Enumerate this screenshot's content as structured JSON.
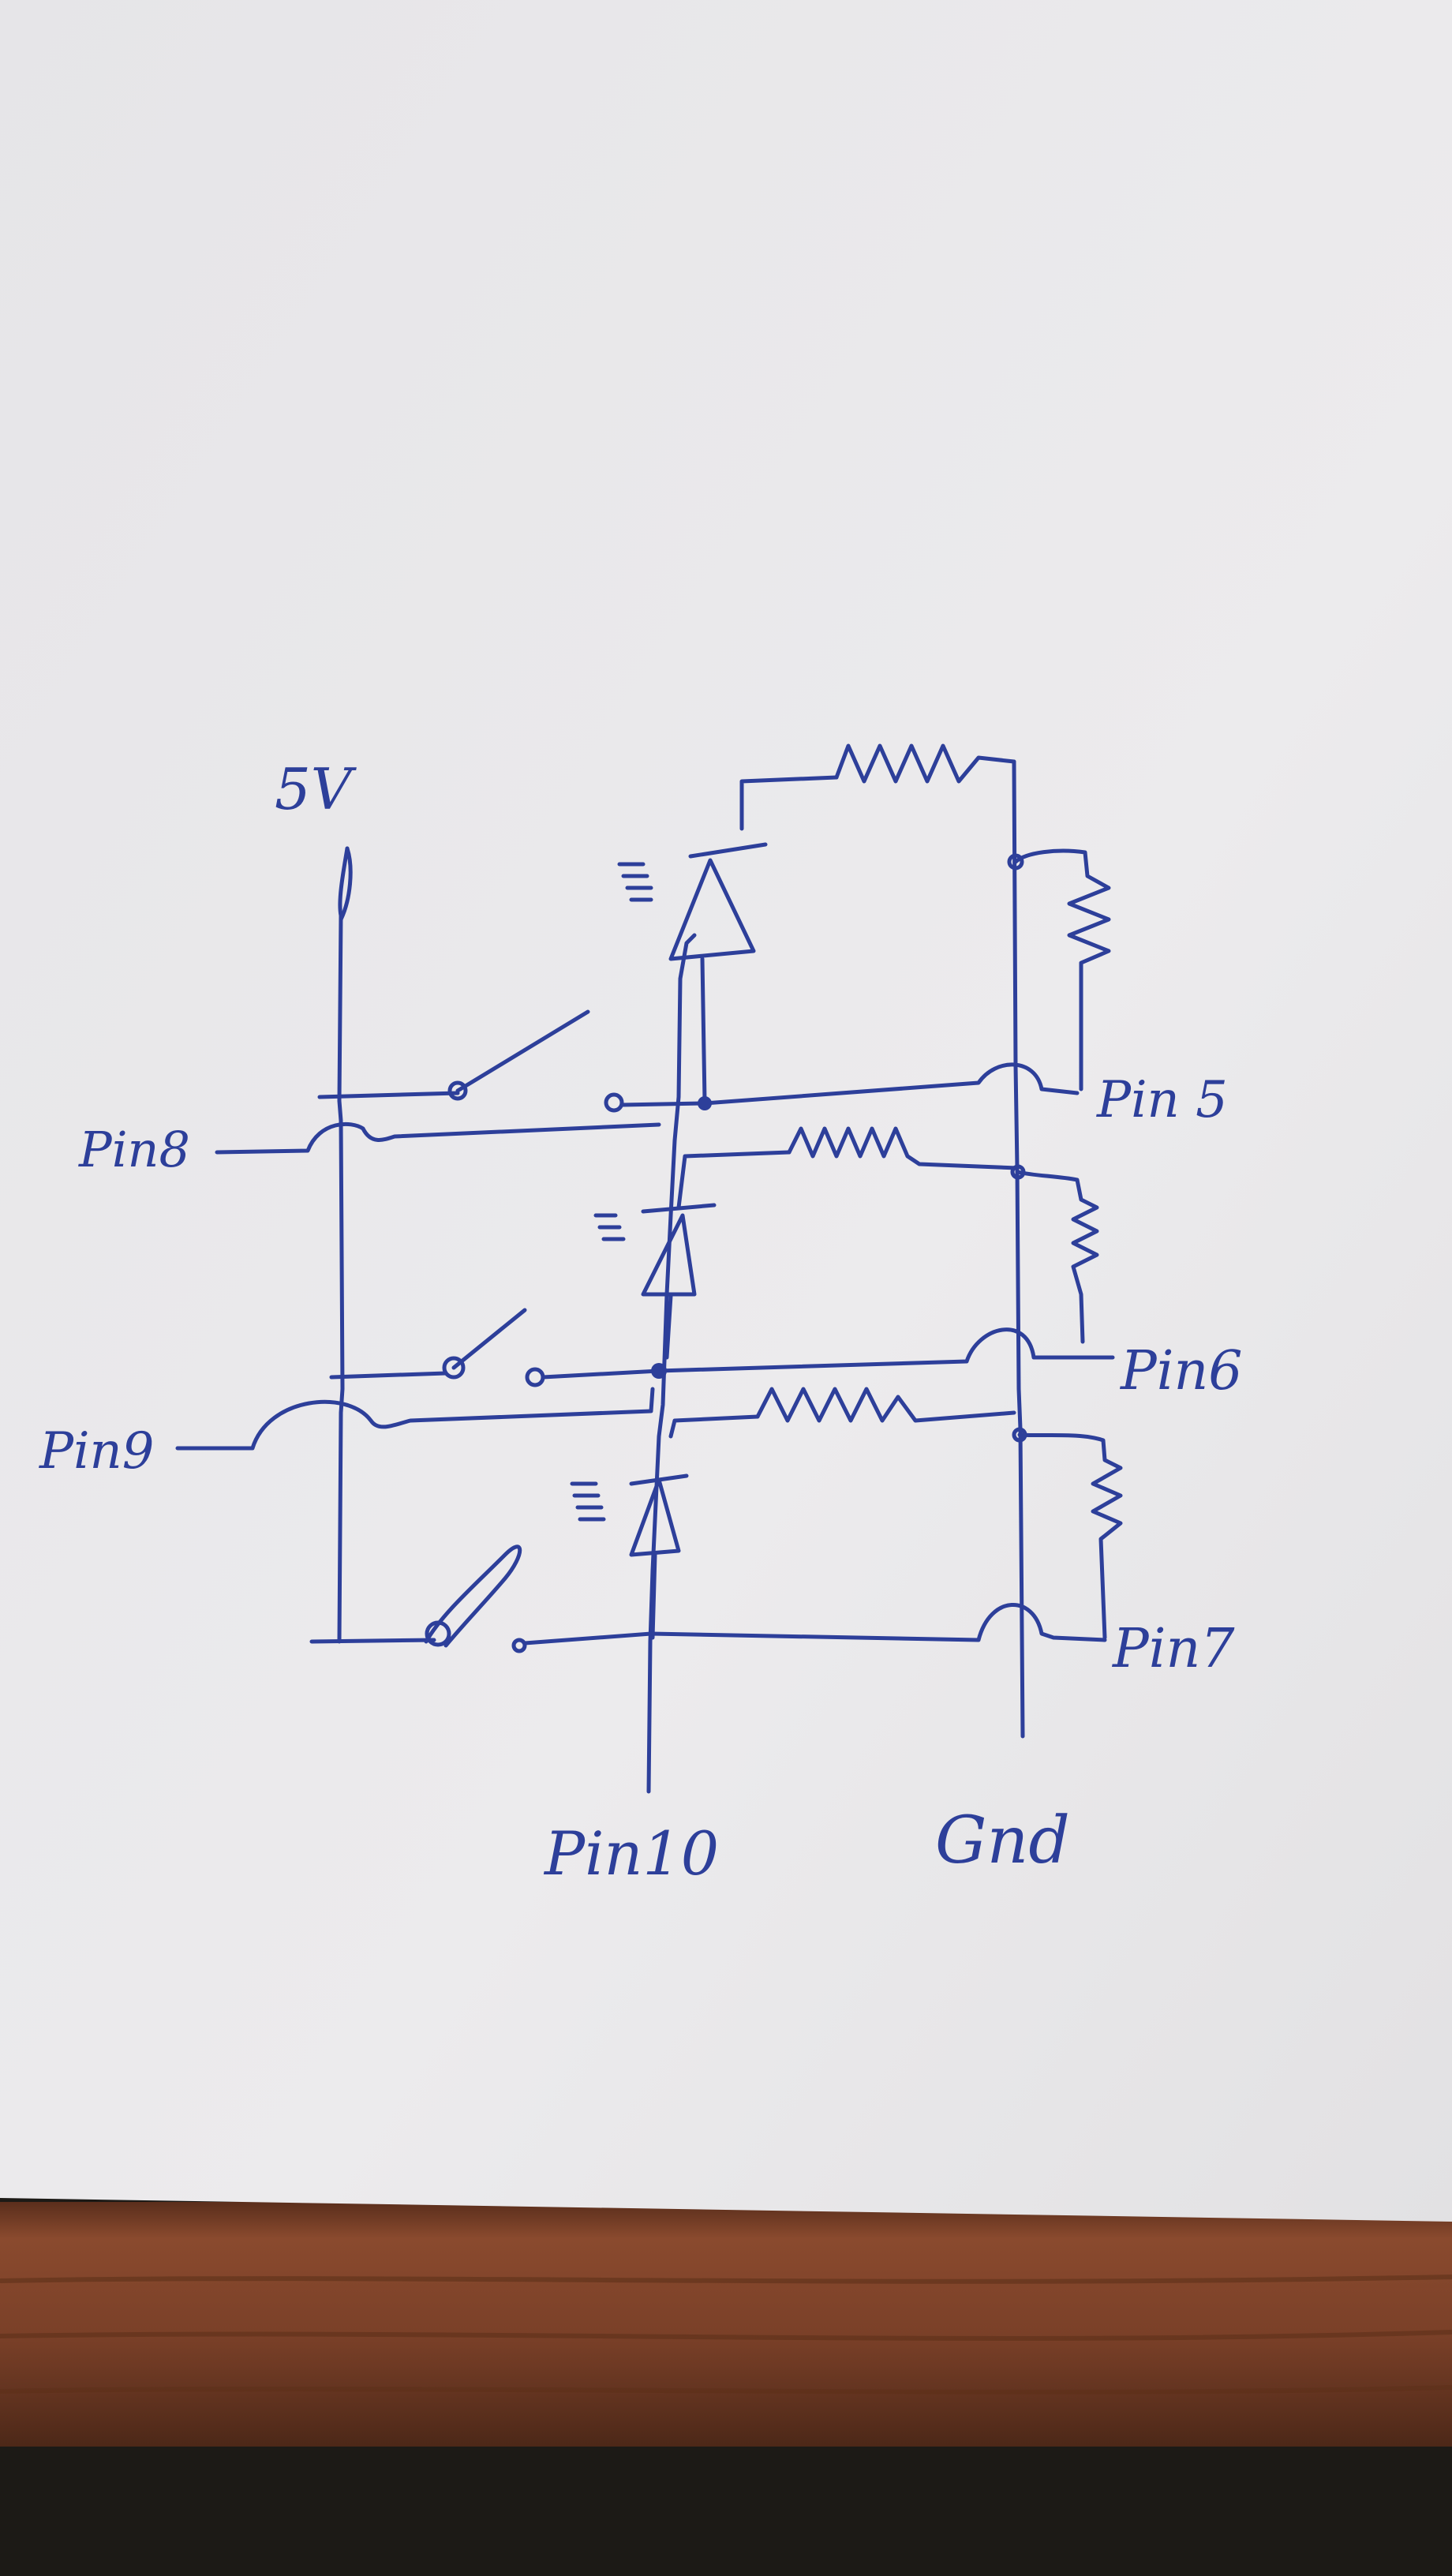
{
  "labels": {
    "supply": "5V",
    "ground": "Gnd",
    "pin5": "Pin 5",
    "pin6": "Pin6",
    "pin7": "Pin7",
    "pin8": "Pin8",
    "pin9": "Pin9",
    "pin10": "Pin10"
  },
  "components": {
    "resistors": 6,
    "leds": 3,
    "switches": 3
  },
  "colors": {
    "ink": "#2d3f9a",
    "paper": "#e9e8ea",
    "table": "#7a4028",
    "table_dark": "#4d2818",
    "floor": "#1c1a16"
  }
}
